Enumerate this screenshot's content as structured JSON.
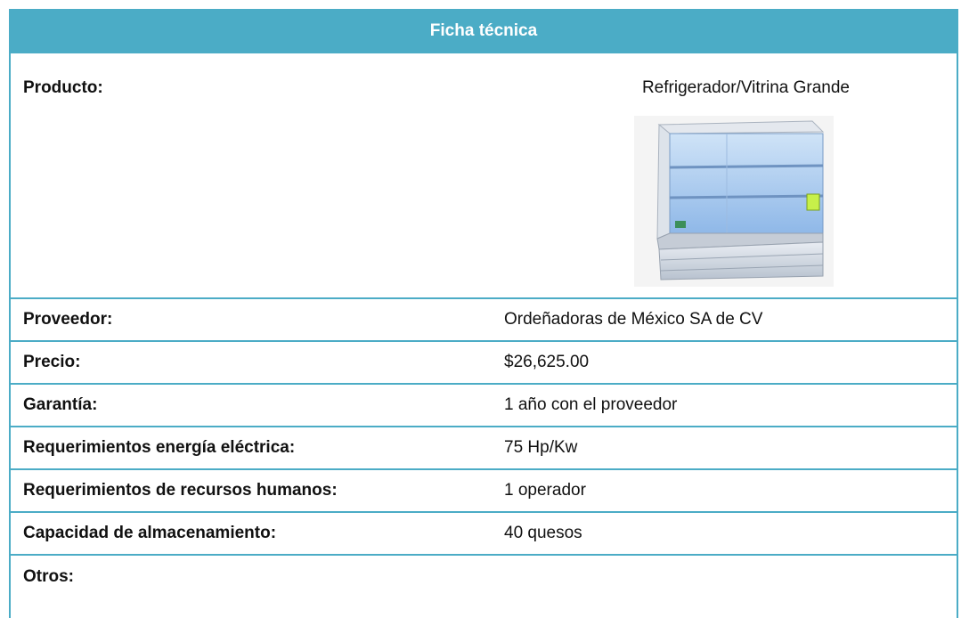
{
  "header": {
    "title": "Ficha técnica"
  },
  "product": {
    "label": "Producto:",
    "value": "Refrigerador/Vitrina Grande"
  },
  "rows": [
    {
      "label": "Proveedor:",
      "value": "Ordeñadoras de México SA de CV"
    },
    {
      "label": "Precio:",
      "value": "$26,625.00"
    },
    {
      "label": "Garantía:",
      "value": "1 año con el proveedor"
    },
    {
      "label": "Requerimientos energía eléctrica:",
      "value": "75 Hp/Kw"
    },
    {
      "label": "Requerimientos de recursos humanos:",
      "value": "1 operador"
    },
    {
      "label": "Capacidad de almacenamiento:",
      "value": "40 quesos"
    },
    {
      "label": "Otros:",
      "value": ""
    }
  ],
  "colors": {
    "accent": "#4bacc6",
    "header_text": "#ffffff"
  }
}
